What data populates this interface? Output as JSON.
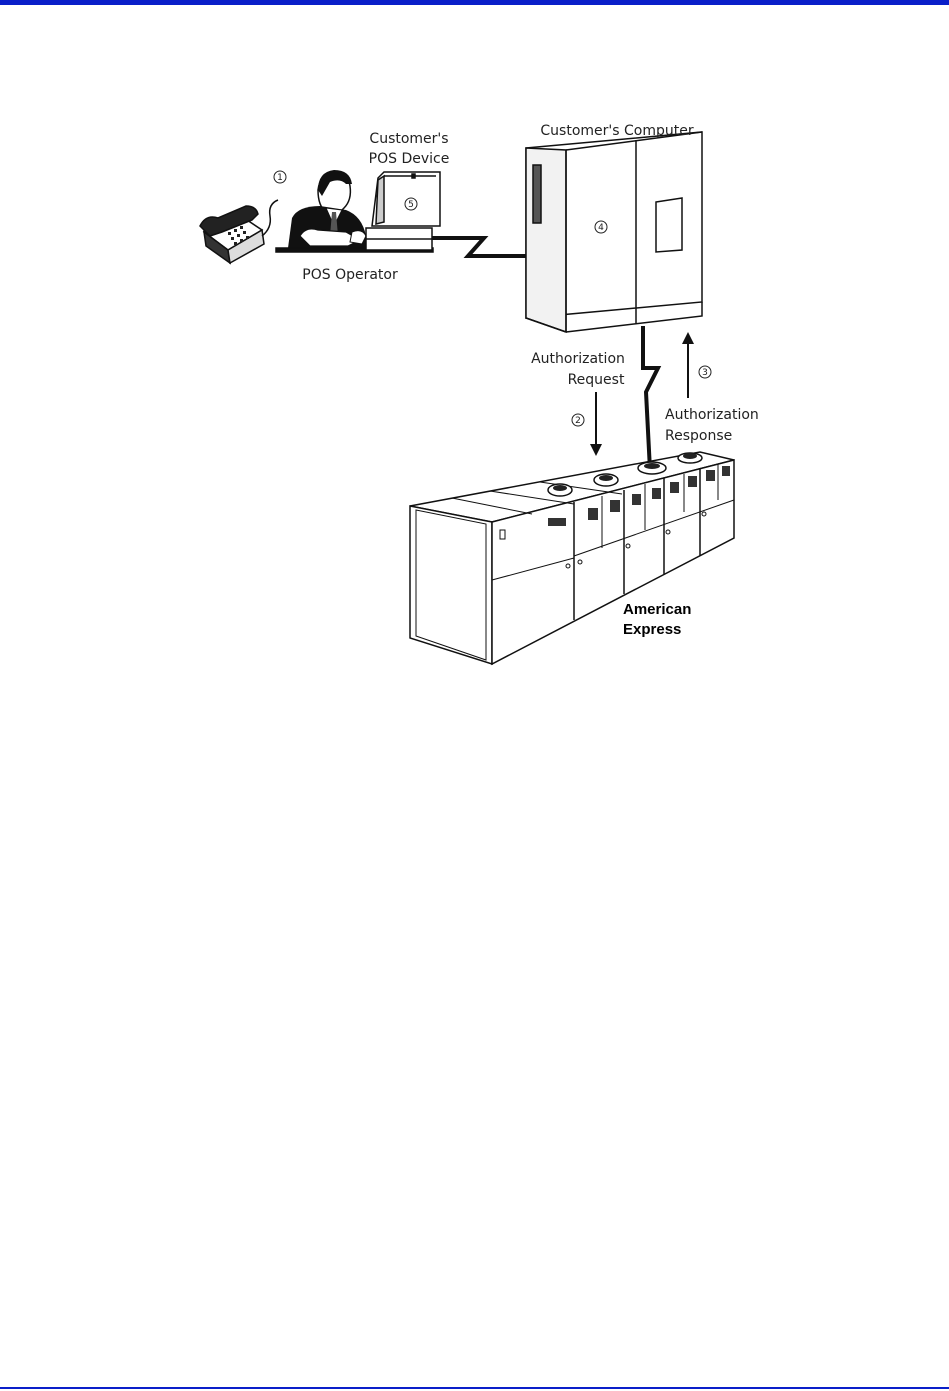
{
  "colors": {
    "rule": "#0a1fc9",
    "ink": "#111111"
  },
  "labels": {
    "pos_device_line1": "Customer's",
    "pos_device_line2": "POS Device",
    "computer": "Customer's Computer",
    "operator": "POS Operator",
    "auth_request_line1": "Authorization",
    "auth_request_line2": "Request",
    "auth_response_line1": "Authorization",
    "auth_response_line2": "Response",
    "amex_line1": "American",
    "amex_line2": "Express"
  },
  "steps": [
    "1",
    "2",
    "3",
    "4",
    "5"
  ],
  "icons": [
    "telephone-icon",
    "operator-figure",
    "pos-terminal-icon",
    "computer-cabinet-icon",
    "mainframe-icon"
  ]
}
